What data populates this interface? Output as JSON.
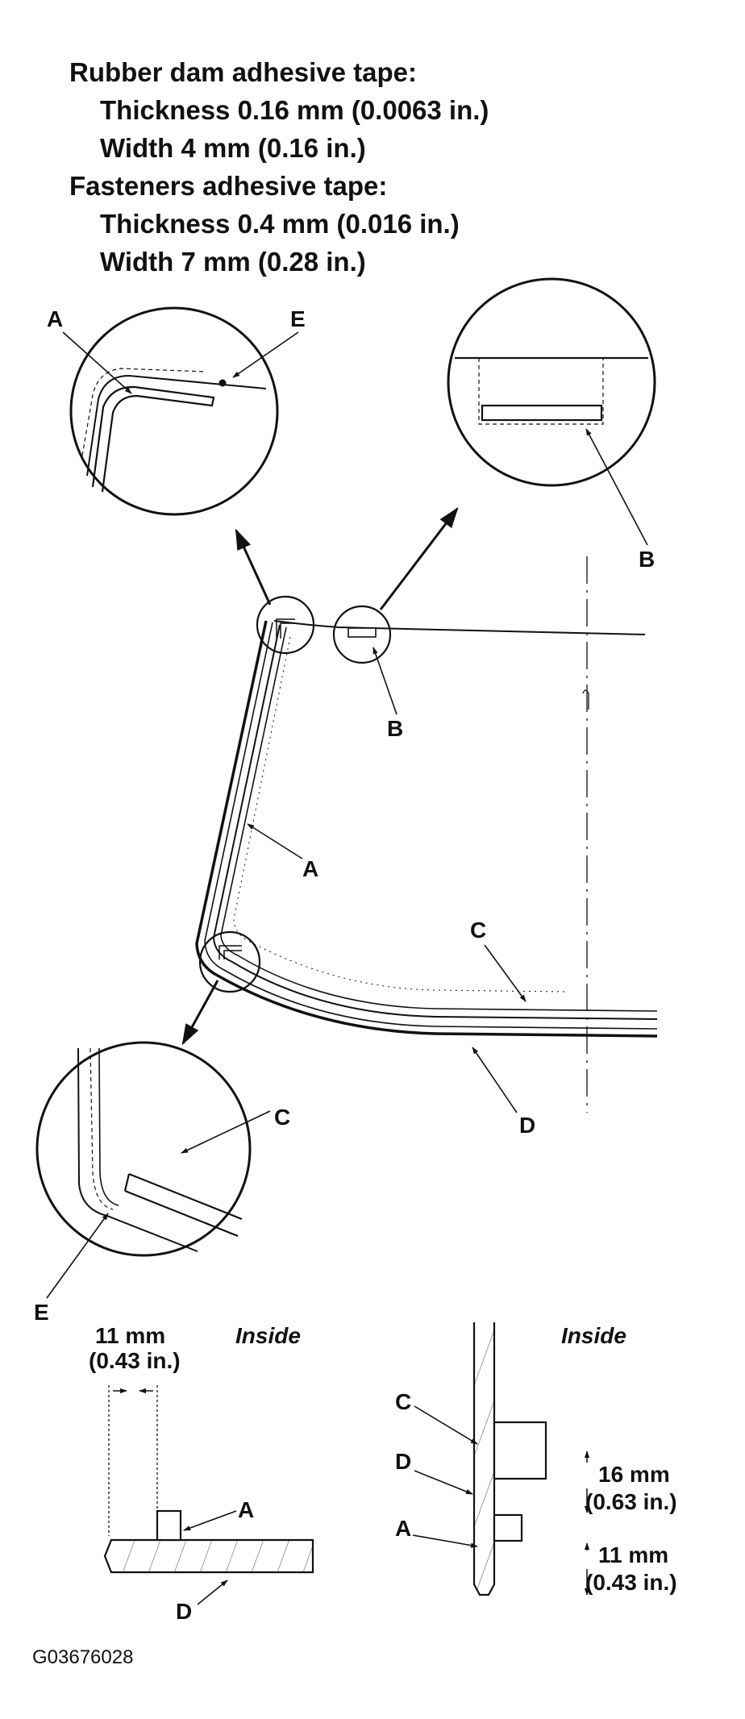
{
  "specs": {
    "rubber_dam_title": "Rubber dam adhesive tape:",
    "rubber_dam_thickness": "Thickness 0.16 mm (0.0063 in.)",
    "rubber_dam_width": "Width 4 mm (0.16 in.)",
    "fasteners_title": "Fasteners adhesive tape:",
    "fasteners_thickness": "Thickness 0.4 mm (0.016 in.)",
    "fasteners_width": "Width 7 mm (0.28 in.)"
  },
  "labels": {
    "a": "A",
    "b": "B",
    "c": "C",
    "d": "D",
    "e": "E"
  },
  "section_left": {
    "dim_value": "11 mm",
    "dim_imperial": "(0.43 in.)",
    "side": "Inside"
  },
  "section_right": {
    "side": "Inside",
    "dim1_value": "16 mm",
    "dim1_imperial": "(0.63 in.)",
    "dim2_value": "11 mm",
    "dim2_imperial": "(0.43 in.)"
  },
  "figure_code": "G03676028"
}
